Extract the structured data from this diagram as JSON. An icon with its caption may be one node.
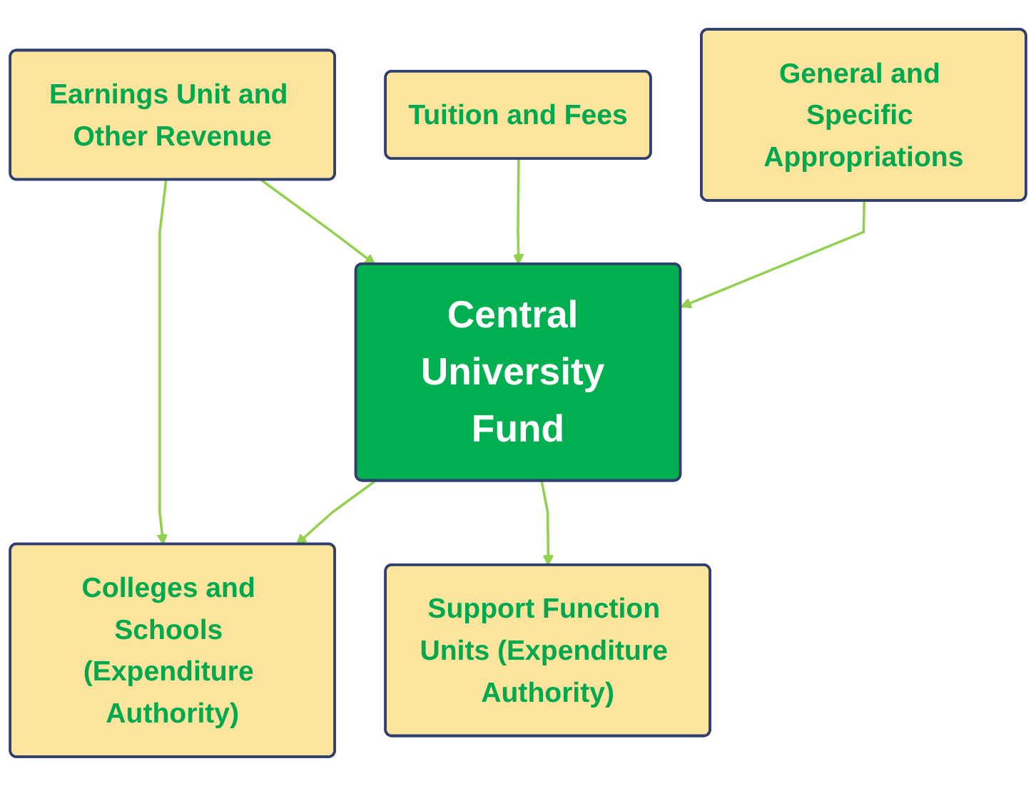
{
  "diagram": {
    "nodes": [
      {
        "text": [
          "Earnings Unit and Other Revenue"
        ]
      },
      {
        "text": [
          "Tuition and Fees"
        ]
      },
      {
        "text": [
          "General and Specific Appropriations"
        ]
      },
      {
        "text": [
          "Central University Fund"
        ]
      },
      {
        "text": [
          "Colleges and Schools (Expenditure Authority)"
        ]
      },
      {
        "text": [
          "Support Function Units (Expenditure Authority)"
        ]
      }
    ],
    "edges": [
      {
        "from": 0,
        "to": 3,
        "arrow": "to"
      },
      {
        "from": 0,
        "to": 4,
        "arrow": "to"
      },
      {
        "from": 1,
        "to": 3,
        "arrow": "to"
      },
      {
        "from": 2,
        "to": 3,
        "arrow": "to"
      },
      {
        "from": 3,
        "to": 4,
        "arrow": "to"
      },
      {
        "from": 3,
        "to": 5,
        "arrow": "to"
      }
    ]
  }
}
